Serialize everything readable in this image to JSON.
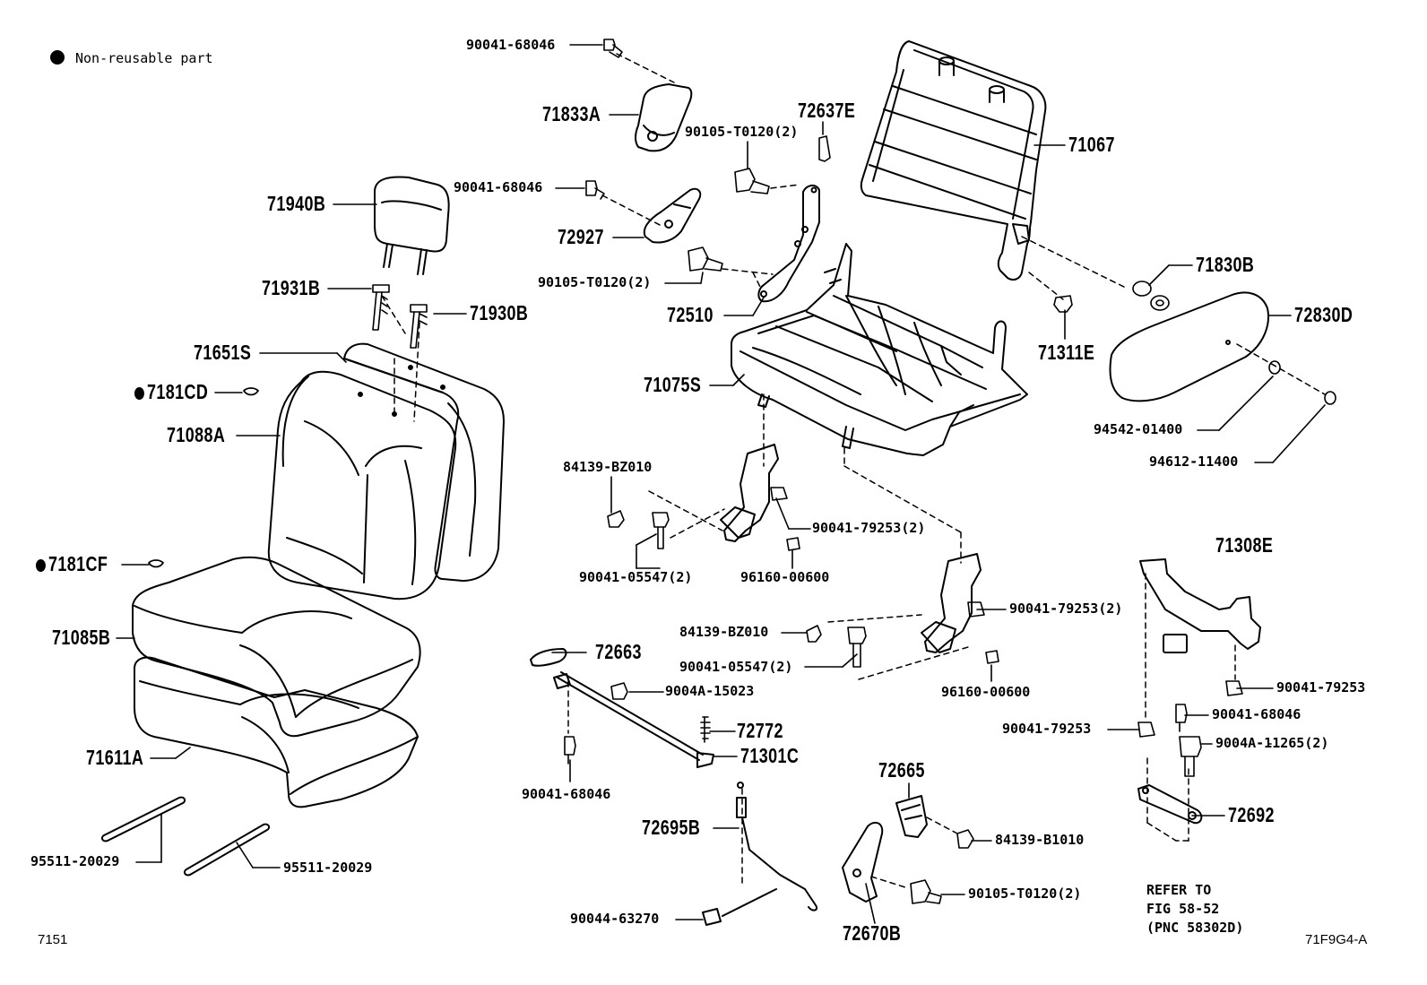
{
  "legend": {
    "text": "Non-reusable part"
  },
  "figure_id": "71F9G4-A",
  "page_number": "7151",
  "refer_note": [
    "REFER TO",
    "FIG 58-52",
    "(PNC 58302D)"
  ],
  "parts": {
    "p90041_68046_a": "90041-68046",
    "p71833A": "71833A",
    "p72637E": "72637E",
    "p90105_T0120_a": "90105-T0120(2)",
    "p71067": "71067",
    "p90041_68046_b": "90041-68046",
    "p71940B": "71940B",
    "p72927": "72927",
    "p90105_T0120_b": "90105-T0120(2)",
    "p71931B": "71931B",
    "p71930B": "71930B",
    "p71830B": "71830B",
    "p72510": "72510",
    "p72830D": "72830D",
    "p71651S": "71651S",
    "p71311E": "71311E",
    "p7181CD": "7181CD",
    "p71075S": "71075S",
    "p71088A": "71088A",
    "p94542_01400": "94542-01400",
    "p94612_11400": "94612-11400",
    "p84139_BZ010_a": "84139-BZ010",
    "p90041_79253_a": "90041-79253(2)",
    "p90041_05547_a": "90041-05547(2)",
    "p96160_00600_a": "96160-00600",
    "p7181CF": "7181CF",
    "p71308E": "71308E",
    "p90041_79253_b": "90041-79253(2)",
    "p71085B": "71085B",
    "p84139_BZ010_b": "84139-BZ010",
    "p72663": "72663",
    "p90041_05547_b": "90041-05547(2)",
    "p9004A_15023": "9004A-15023",
    "p96160_00600_b": "96160-00600",
    "p90041_79253_c": "90041-79253",
    "p90041_68046_c": "90041-68046",
    "p90041_79253_d": "90041-79253",
    "p72772": "72772",
    "p9004A_11265": "9004A-11265(2)",
    "p71611A": "71611A",
    "p71301C": "71301C",
    "p72665": "72665",
    "p90041_68046_d": "90041-68046",
    "p72692": "72692",
    "p72695B": "72695B",
    "p84139_B1010": "84139-B1010",
    "p95511_20029_a": "95511-20029",
    "p95511_20029_b": "95511-20029",
    "p90105_T0120_c": "90105-T0120(2)",
    "p90044_63270": "90044-63270",
    "p72670B": "72670B"
  }
}
